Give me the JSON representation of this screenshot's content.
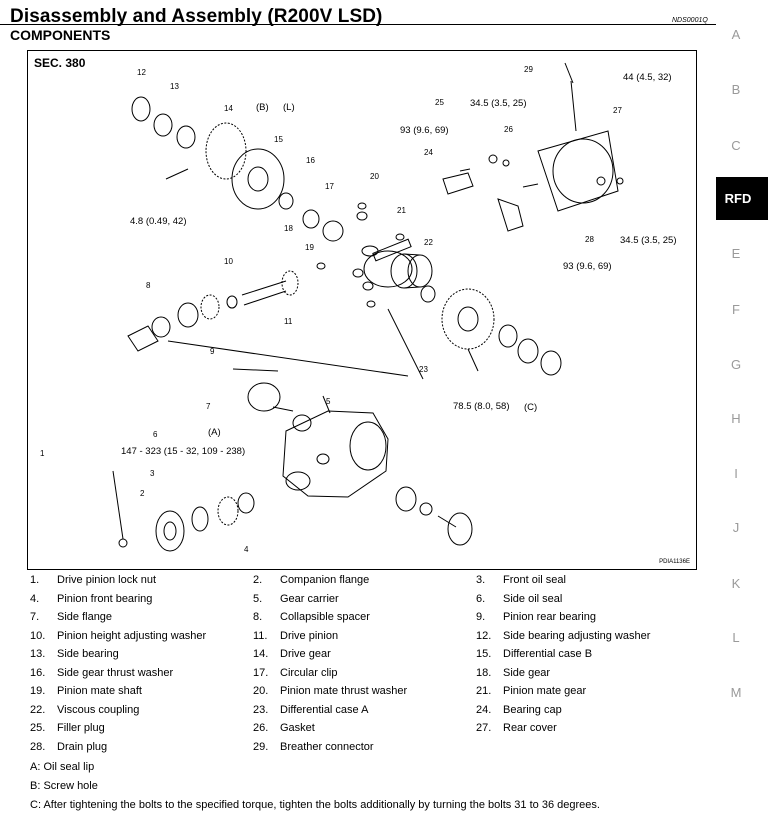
{
  "header": {
    "title": "Disassembly and Assembly (R200V LSD)",
    "subtitle": "COMPONENTS",
    "doc_id": "NDS0001Q"
  },
  "side_nav": {
    "letters": [
      "A",
      "B",
      "C",
      "E",
      "F",
      "G",
      "H",
      "I",
      "J",
      "K",
      "L",
      "M"
    ],
    "active": "RFD"
  },
  "diagram": {
    "section": "SEC. 380",
    "figure_id": "PDIA1136E",
    "torques": [
      "44 (4.5, 32)",
      "34.5 (3.5, 25)",
      "93 (9.6, 69)",
      "4.8 (0.49, 42)",
      "34.5 (3.5, 25)",
      "93 (9.6, 69)",
      "78.5 (8.0, 58)",
      "147 - 323 (15 - 32, 109 - 238)"
    ],
    "symbol_labels": [
      "(B)",
      "(L)",
      "(A)",
      "(C)"
    ],
    "callouts": [
      "1",
      "2",
      "3",
      "4",
      "5",
      "6",
      "7",
      "8",
      "9",
      "10",
      "11",
      "12",
      "13",
      "14",
      "15",
      "16",
      "17",
      "18",
      "19",
      "20",
      "21",
      "22",
      "23",
      "24",
      "25",
      "26",
      "27",
      "28",
      "29"
    ]
  },
  "legend": [
    {
      "num": "1.",
      "name": "Drive pinion lock nut"
    },
    {
      "num": "2.",
      "name": "Companion flange"
    },
    {
      "num": "3.",
      "name": "Front oil seal"
    },
    {
      "num": "4.",
      "name": "Pinion front bearing"
    },
    {
      "num": "5.",
      "name": "Gear carrier"
    },
    {
      "num": "6.",
      "name": "Side oil seal"
    },
    {
      "num": "7.",
      "name": "Side flange"
    },
    {
      "num": "8.",
      "name": "Collapsible spacer"
    },
    {
      "num": "9.",
      "name": "Pinion rear bearing"
    },
    {
      "num": "10.",
      "name": "Pinion height adjusting washer"
    },
    {
      "num": "11.",
      "name": "Drive pinion"
    },
    {
      "num": "12.",
      "name": "Side bearing adjusting washer"
    },
    {
      "num": "13.",
      "name": "Side bearing"
    },
    {
      "num": "14.",
      "name": "Drive gear"
    },
    {
      "num": "15.",
      "name": "Differential case B"
    },
    {
      "num": "16.",
      "name": "Side gear thrust washer"
    },
    {
      "num": "17.",
      "name": "Circular clip"
    },
    {
      "num": "18.",
      "name": "Side gear"
    },
    {
      "num": "19.",
      "name": "Pinion mate shaft"
    },
    {
      "num": "20.",
      "name": "Pinion mate thrust washer"
    },
    {
      "num": "21.",
      "name": "Pinion mate gear"
    },
    {
      "num": "22.",
      "name": "Viscous coupling"
    },
    {
      "num": "23.",
      "name": "Differential case A"
    },
    {
      "num": "24.",
      "name": "Bearing cap"
    },
    {
      "num": "25.",
      "name": "Filler plug"
    },
    {
      "num": "26.",
      "name": "Gasket"
    },
    {
      "num": "27.",
      "name": "Rear cover"
    },
    {
      "num": "28.",
      "name": "Drain plug"
    },
    {
      "num": "29.",
      "name": "Breather connector"
    }
  ],
  "notes": [
    "A: Oil seal lip",
    "B: Screw hole",
    "C: After tightening the bolts to the specified torque, tighten the bolts additionally by turning the bolts 31 to 36 degrees."
  ]
}
